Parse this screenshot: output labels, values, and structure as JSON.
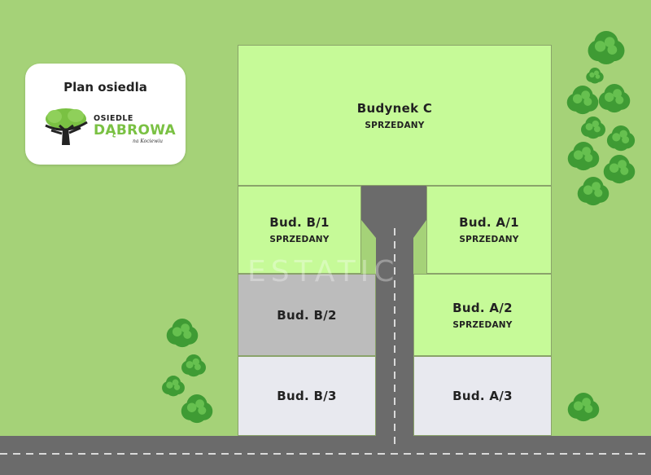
{
  "logo": {
    "title": "Plan osiedla",
    "brand_top": "OSIEDLE",
    "brand_main": "DĄBROWA",
    "brand_sub": "na Kociewiu"
  },
  "watermark": "ESTATIC",
  "buildings": {
    "c": {
      "name": "Budynek C",
      "status": "SPRZEDANY"
    },
    "b1": {
      "name": "Bud. B/1",
      "status": "SPRZEDANY"
    },
    "b2": {
      "name": "Bud. B/2",
      "status": ""
    },
    "b3": {
      "name": "Bud. B/3",
      "status": ""
    },
    "a1": {
      "name": "Bud. A/1",
      "status": "SPRZEDANY"
    },
    "a2": {
      "name": "Bud. A/2",
      "status": "SPRZEDANY"
    },
    "a3": {
      "name": "Bud. A/3",
      "status": ""
    }
  },
  "colors": {
    "grass": "#a5d278",
    "sold": "#c6fa98",
    "unavailable": "#bcbcbc",
    "available": "#e8e9ef",
    "road": "#6b6b6b",
    "brand_green": "#7ac143"
  }
}
